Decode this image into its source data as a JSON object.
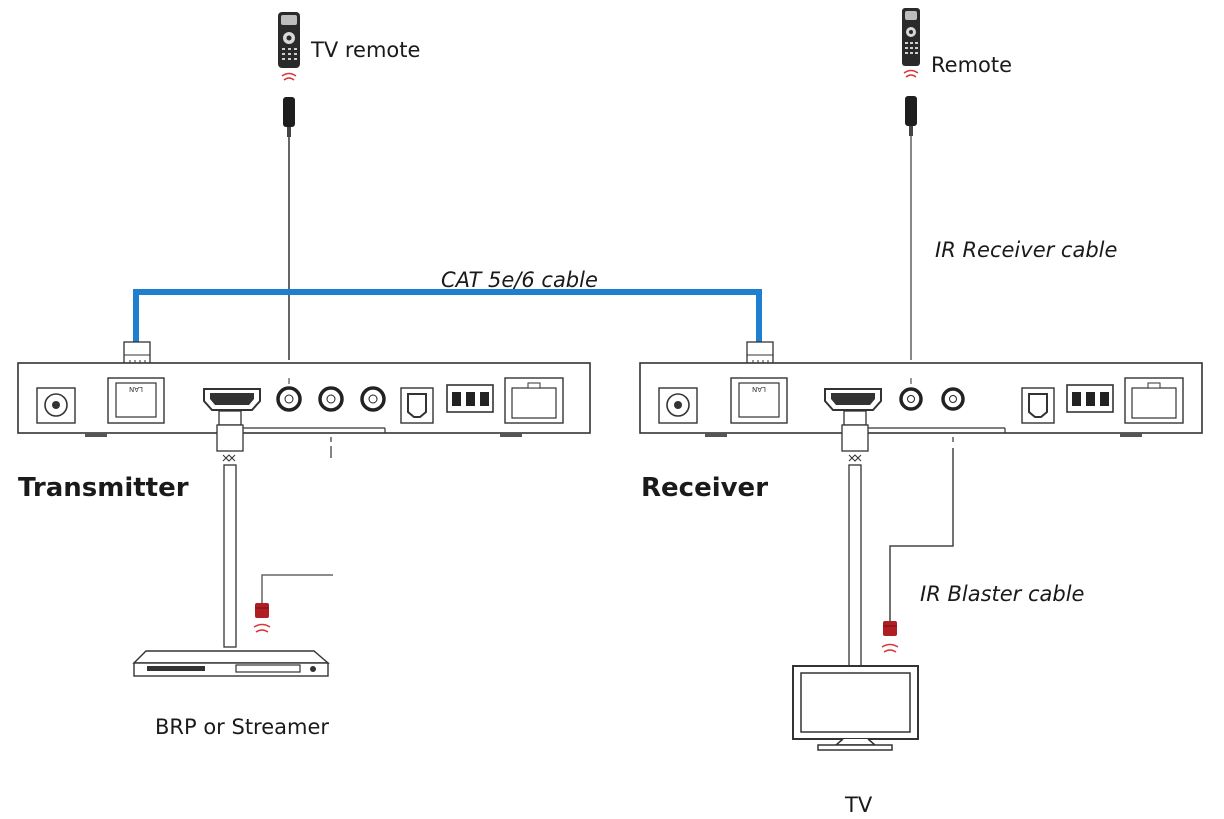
{
  "labels": {
    "tv_remote": "TV remote",
    "remote": "Remote",
    "cat_cable": "CAT 5e/6 cable",
    "ir_receiver_cable": "IR Receiver cable",
    "transmitter": "Transmitter",
    "receiver": "Receiver",
    "ir_blaster_cable": "IR Blaster cable",
    "brp_streamer": "BRP or Streamer",
    "tv": "TV",
    "lan_port_text": "LAN"
  },
  "colors": {
    "cat_cable": "#1f7fcf",
    "ir_emitter": "#b01e23",
    "ir_waves": "#d9353a",
    "line": "#333333"
  }
}
